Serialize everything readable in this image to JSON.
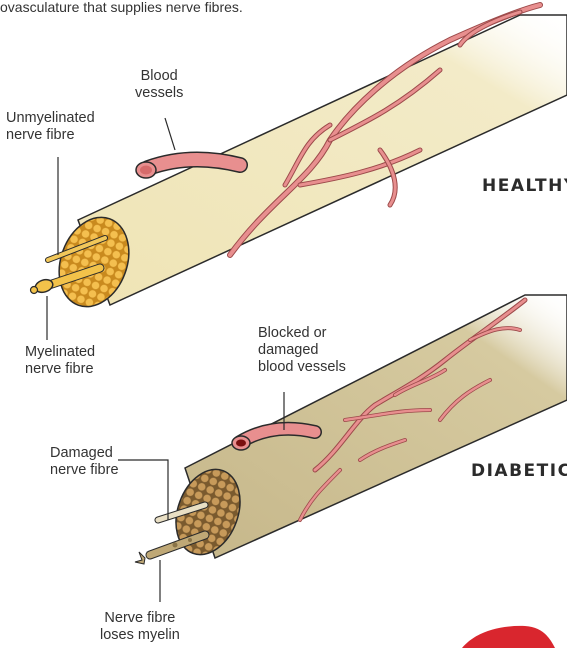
{
  "caption": "ovasculature that supplies nerve fibres.",
  "healthy": {
    "heading": "HEALTHY",
    "blood_vessels": [
      "Blood",
      "vessels"
    ],
    "unmyelinated": [
      "Unmyelinated",
      "nerve fibre"
    ],
    "myelinated": [
      "Myelinated",
      "nerve fibre"
    ]
  },
  "diabetic": {
    "heading": "DIABETIC",
    "blocked_vessels": [
      "Blocked or",
      "damaged",
      "blood vessels"
    ],
    "damaged_fibre": [
      "Damaged",
      "nerve fibre"
    ],
    "loses_myelin": [
      "Nerve fibre",
      "loses myelin"
    ]
  },
  "colors": {
    "healthy_nerve": "#f0e6b8",
    "diabetic_nerve": "#cdbf8f",
    "vessel": "#e88f8f",
    "vessel_stroke": "#9c4a4a",
    "fascicle": "#f0b94a",
    "badge": "#d9262e"
  }
}
